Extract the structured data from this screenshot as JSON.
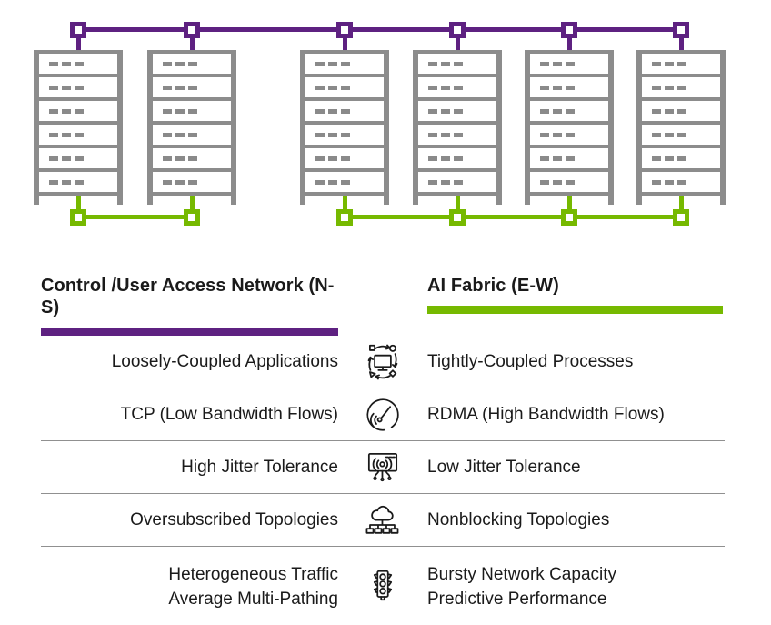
{
  "colors": {
    "purple_accent": "#5e2181",
    "green_accent": "#76b900",
    "rack_gray": "#8c8c8c",
    "text": "#1a1a1a"
  },
  "diagram": {
    "rack_count": 6,
    "servers_per_rack": 6,
    "north_south_network": {
      "label": "Control /User Access Network (N-S)",
      "color": "#5e2181",
      "connects_racks": [
        1,
        2,
        3,
        4,
        5,
        6
      ]
    },
    "east_west_fabric": {
      "label": "AI Fabric (E-W)",
      "color": "#76b900",
      "segments": [
        [
          1,
          2
        ],
        [
          3,
          4,
          5,
          6
        ]
      ]
    }
  },
  "comparison_table": {
    "left_header": "Control /User Access Network (N-S)",
    "right_header": "AI Fabric (E-W)",
    "left_accent_color": "#5e2181",
    "right_accent_color": "#76b900",
    "rows": [
      {
        "icon": "coupled-applications-icon",
        "left": "Loosely-Coupled Applications",
        "right": "Tightly-Coupled Processes"
      },
      {
        "icon": "speed-gauge-icon",
        "left": "TCP (Low Bandwidth Flows)",
        "right": "RDMA (High Bandwidth Flows)"
      },
      {
        "icon": "jitter-broadcast-window-icon",
        "left": "High Jitter Tolerance",
        "right": "Low Jitter Tolerance"
      },
      {
        "icon": "cloud-network-topology-icon",
        "left": "Oversubscribed Topologies",
        "right": "Nonblocking Topologies"
      },
      {
        "icon": "traffic-light-icon",
        "left": "Heterogeneous Traffic\nAverage Multi-Pathing",
        "right": "Bursty Network Capacity\nPredictive Performance"
      }
    ]
  }
}
